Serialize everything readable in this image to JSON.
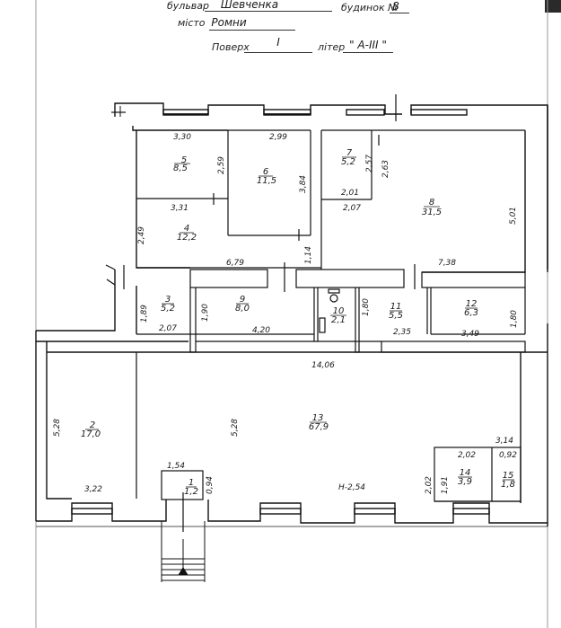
{
  "header": {
    "boulevard_label": "бульвар",
    "boulevard_value": "Шевченка",
    "building_label": "будинок №",
    "building_value": "8",
    "city_label": "місто",
    "city_value": "Ромни",
    "floor_label": "Поверх",
    "floor_value": "I",
    "letter_label": "літер",
    "letter_value": "\" А-III \""
  },
  "rooms": [
    {
      "id": "r1",
      "number": "1",
      "area": "1,2"
    },
    {
      "id": "r2",
      "number": "2",
      "area": "17,0"
    },
    {
      "id": "r3",
      "number": "3",
      "area": "5,2"
    },
    {
      "id": "r4",
      "number": "4",
      "area": "12,2"
    },
    {
      "id": "r5",
      "number": "5",
      "area": "8,5"
    },
    {
      "id": "r6",
      "number": "6",
      "area": "11,5"
    },
    {
      "id": "r7",
      "number": "7",
      "area": "5,2"
    },
    {
      "id": "r8",
      "number": "8",
      "area": "31,5"
    },
    {
      "id": "r9",
      "number": "9",
      "area": "8,0"
    },
    {
      "id": "r10",
      "number": "10",
      "area": "2,1"
    },
    {
      "id": "r11",
      "number": "11",
      "area": "5,5"
    },
    {
      "id": "r12",
      "number": "12",
      "area": "6,3"
    },
    {
      "id": "r13",
      "number": "13",
      "area": "67,9"
    },
    {
      "id": "r14",
      "number": "14",
      "area": "3,9"
    },
    {
      "id": "r15",
      "number": "15",
      "area": "1,8"
    }
  ],
  "dimensions": {
    "d_330": "3,30",
    "d_299": "2,99",
    "d_259": "2,59",
    "d_384": "3,84",
    "d_331": "3,31",
    "d_249": "2,49",
    "d_679": "6,79",
    "d_114": "1,14",
    "d_257": "2,57",
    "d_263": "2,63",
    "d_201": "2,01",
    "d_207a": "2,07",
    "d_501": "5,01",
    "d_738": "7,38",
    "d_189": "1,89",
    "d_190": "1,90",
    "d_207b": "2,07",
    "d_420": "4,20",
    "d_180a": "1,80",
    "d_235": "2,35",
    "d_349": "3,49",
    "d_180b": "1,80",
    "d_1406": "14,06",
    "d_528a": "5,28",
    "d_528b": "5,28",
    "d_314": "3,14",
    "d_202a": "2,02",
    "d_092": "0,92",
    "d_202b": "2,02",
    "d_191": "1,91",
    "d_154": "1,54",
    "d_094": "0,94",
    "d_322": "3,22",
    "height": "Н-2,54"
  }
}
